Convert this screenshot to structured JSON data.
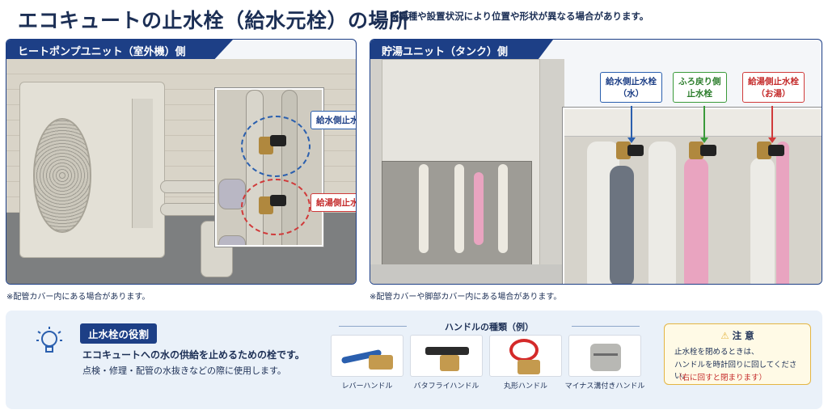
{
  "header": {
    "title": "エコキュートの止水栓（給水元栓）の場所",
    "note": "※機種や設置状況により位置や形状が異なる場合があります。"
  },
  "left_panel": {
    "tab_label": "ヒートポンプユニット（室外機）側",
    "callout_supply": "給水側止水栓",
    "callout_hot": "給湯側止水栓",
    "footnote": "※配管カバー内にある場合があります。"
  },
  "right_panel": {
    "tab_label": "貯湯ユニット（タンク）側",
    "callout_supply_line1": "給水側止水栓",
    "callout_supply_line2": "（水）",
    "callout_bath_line1": "ふろ戻り側",
    "callout_bath_line2": "止水栓",
    "callout_hot_line1": "給湯側止水栓",
    "callout_hot_line2": "（お湯）",
    "footnote": "※配管カバーや脚部カバー内にある場合があります。"
  },
  "role": {
    "badge": "止水栓の役割",
    "text1": "エコキュートへの水の供給を止めるための栓です。",
    "text2": "点検・修理・配管の水抜きなどの際に使用します。"
  },
  "handles": {
    "title": "ハンドルの種類（例）",
    "items": [
      {
        "label": "レバーハンドル"
      },
      {
        "label": "バタフライハンドル"
      },
      {
        "label": "丸形ハンドル"
      },
      {
        "label": "マイナス溝付きハンドル"
      }
    ]
  },
  "caution": {
    "title": "注 意",
    "line1": "止水栓を閉めるときは、",
    "line2": "ハンドルを時計回りに回してください。",
    "line3": "（右に回すと閉まります）"
  },
  "colors": {
    "navy": "#1d3f86",
    "supply_blue": "#2a5fae",
    "hot_red": "#d03a3a",
    "bath_green": "#3a9a3a",
    "caution_border": "#e4b543"
  }
}
